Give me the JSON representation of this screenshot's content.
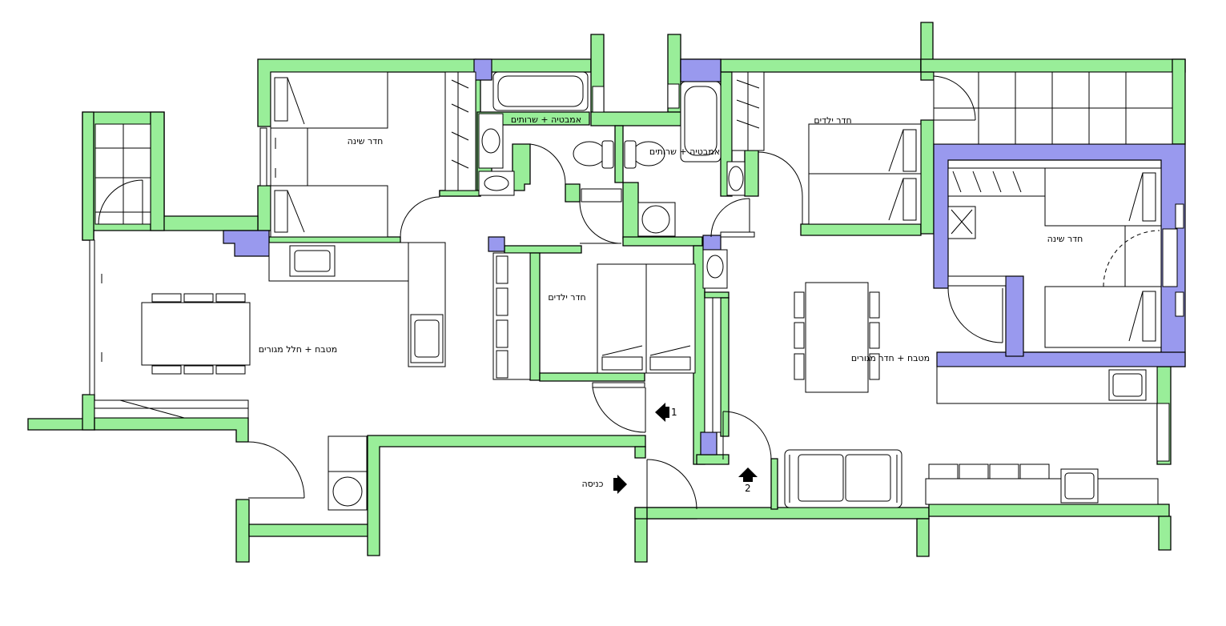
{
  "plan": {
    "rooms": {
      "bedroom_left": "חדר שינה",
      "bath_left": "אמבטיה + שרותים",
      "bath_right": "אמבטיה + שרותים",
      "kids_room_right": "חדר ילדים",
      "kids_room_center": "חדר ילדים",
      "bedroom_right": "חדר שינה",
      "kitchen_left": "מטבח + חלל מגורים",
      "kitchen_right": "מטבח + חדר מגורים"
    },
    "entrance_label": "כניסה",
    "entry_arrows": {
      "one": "1",
      "two": "2"
    },
    "colors": {
      "wall": "#99ee99",
      "column": "#9999ee",
      "line": "#000000"
    }
  }
}
